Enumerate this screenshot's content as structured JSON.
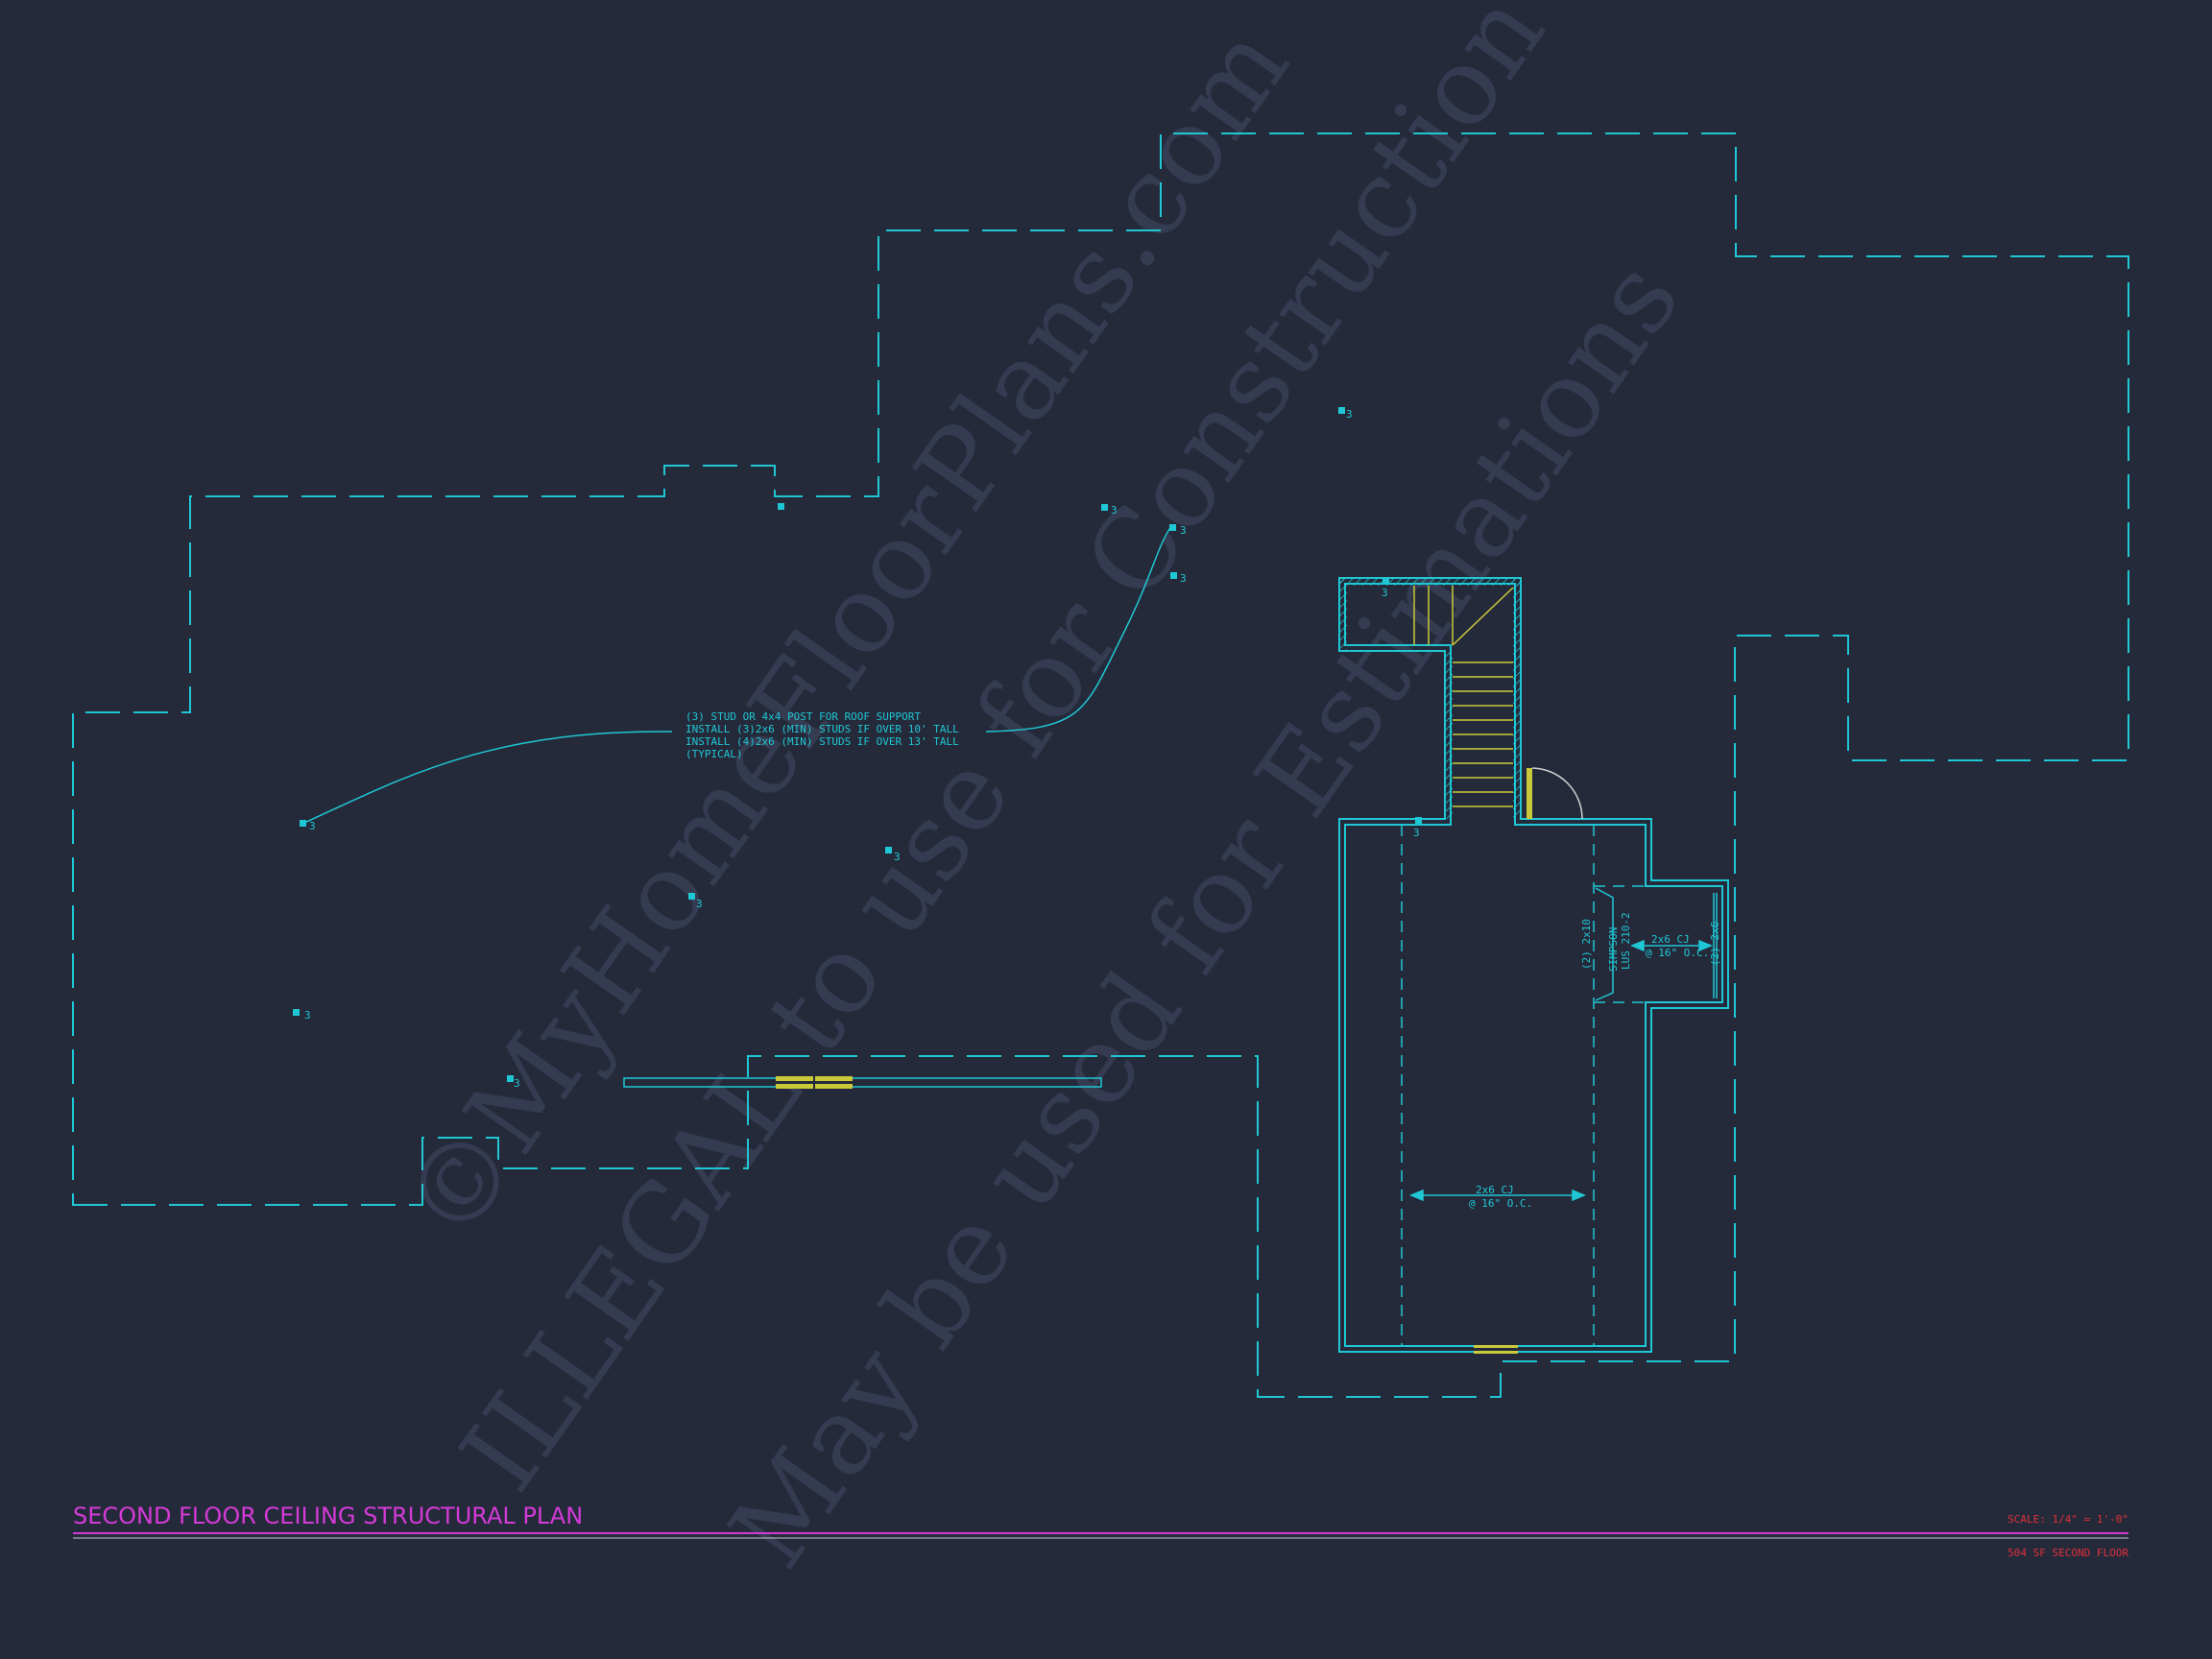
{
  "title": "SECOND FLOOR CEILING STRUCTURAL PLAN",
  "scale": "SCALE: 1/4\" = 1'-0\"",
  "area": "504 SF SECOND FLOOR",
  "watermark": {
    "line1": "©MyHomeFloorPlans.com",
    "line2": "ILLEGAL to use for Construction",
    "line3": "May be used for Estimations"
  },
  "note": {
    "line1": "(3) STUD OR 4x4 POST FOR ROOF SUPPORT",
    "line2": "INSTALL (3)2x6 (MIN) STUDS IF OVER 10' TALL",
    "line3": "INSTALL (4)2x6 (MIN) STUDS IF OVER 13' TALL",
    "line4": "(TYPICAL)"
  },
  "post_tag": "3",
  "labels": {
    "cj_main_1": "2x6 CJ",
    "cj_main_2": "@ 16\" O.C.",
    "cj_side_1": "2x6 CJ",
    "cj_side_2": "@ 16\" O.C.",
    "header_left": "(2) 2x10",
    "header_right": "(2) 2x6",
    "hanger_1": "SIMPSON",
    "hanger_2": "LUS 210-2"
  },
  "colors": {
    "background": "#252a3b",
    "linework": "#1fc7d4",
    "title": "#d43ad6",
    "scale_text": "#e0303a",
    "stair": "#c9c93a",
    "watermark": "#3a4055"
  }
}
